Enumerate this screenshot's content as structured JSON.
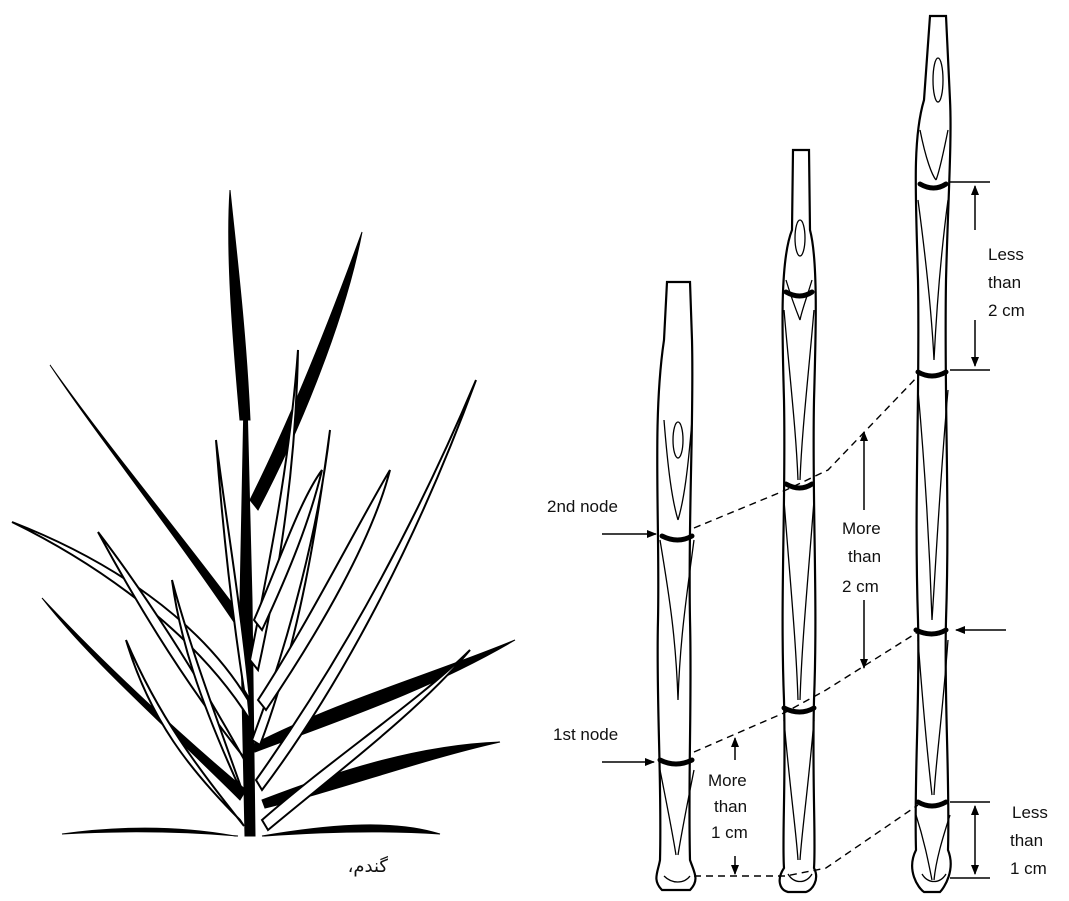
{
  "labels": {
    "second_node": "2nd node",
    "first_node": "1st node",
    "more_than_1cm": [
      "More",
      "than",
      "1 cm"
    ],
    "more_than_2cm": [
      "More",
      "than",
      "2 cm"
    ],
    "less_than_2cm": [
      "Less",
      "than",
      "2 cm"
    ],
    "less_than_1cm": [
      "Less",
      "than",
      "1 cm"
    ]
  },
  "caption": "گندم،"
}
